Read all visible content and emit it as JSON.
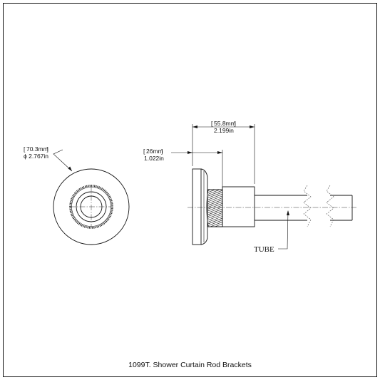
{
  "drawing": {
    "title": "1099T. Shower Curtain Rod Brackets",
    "front_view": {
      "dimension_metric": "70.3mm",
      "dimension_imperial": "ϕ 2.767in"
    },
    "side_view": {
      "overall_metric": "55.8mm",
      "overall_imperial": "2.199in",
      "flange_metric": "26mm",
      "flange_imperial": "1.022in",
      "tube_label": "TUBE"
    }
  }
}
